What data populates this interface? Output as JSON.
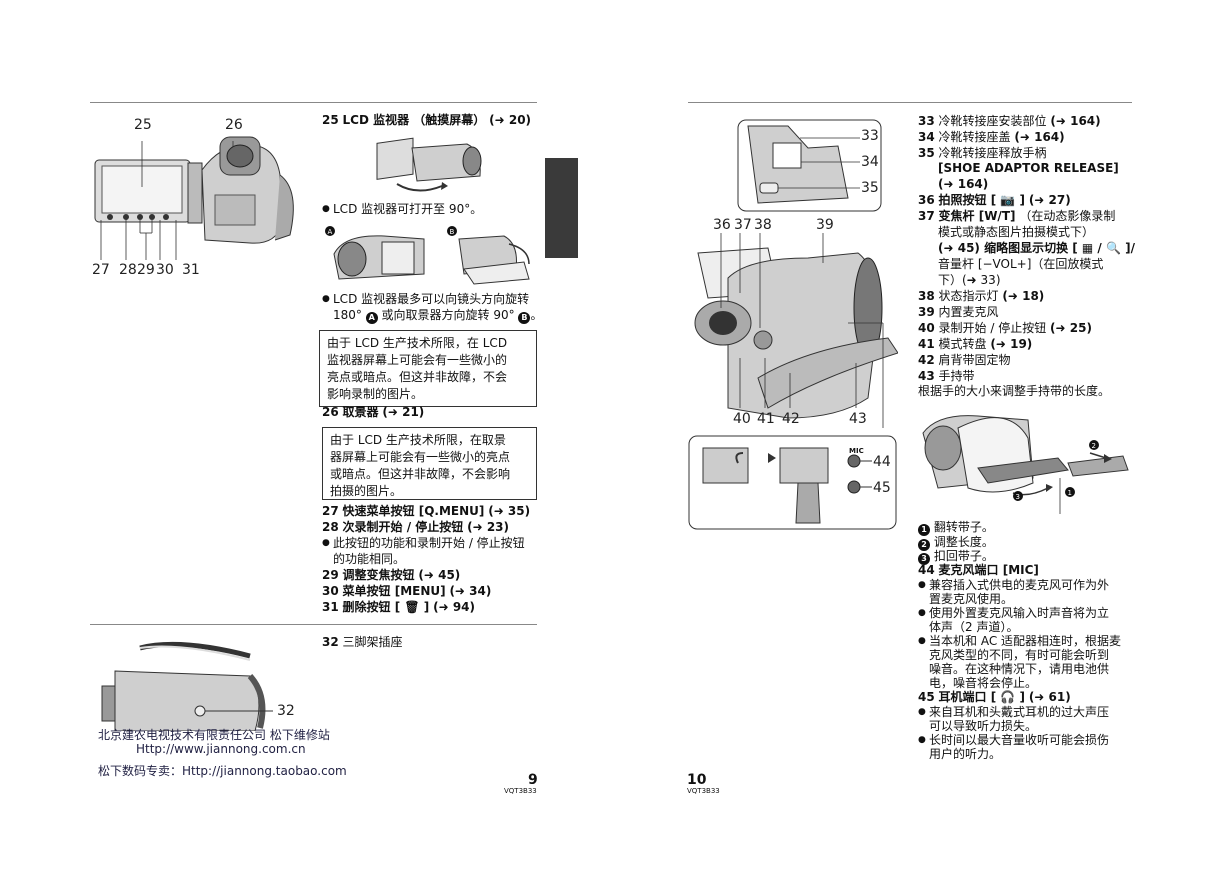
{
  "left": {
    "fig_labels_top": [
      "25",
      "26"
    ],
    "fig_labels_bottom": [
      "27",
      "28",
      "29",
      "30",
      "31"
    ],
    "item25": {
      "num": "25",
      "text": "LCD 监视器 （触摸屏幕）",
      "ref": "(➜ 20)"
    },
    "bullet1": "LCD 监视器可打开至 90°。",
    "bullet2_line1": "LCD 监视器最多可以向镜头方向旋转",
    "bullet2_line2a": "180° ",
    "bullet2_A": "A",
    "bullet2_line2b": " 或向取景器方向旋转 90° ",
    "bullet2_B": "B",
    "bullet2_line2c": "。",
    "box1": [
      "由于 LCD 生产技术所限，在 LCD",
      "监视器屏幕上可能会有一些微小的",
      "亮点或暗点。但这并非故障，不会",
      "影响录制的图片。"
    ],
    "item26": {
      "num": "26",
      "text": "取景器",
      "ref": "(➜ 21)"
    },
    "box2": [
      "由于 LCD 生产技术所限，在取景",
      "器屏幕上可能会有一些微小的亮点",
      "或暗点。但这并非故障，不会影响",
      "拍摄的图片。"
    ],
    "item27": {
      "num": "27",
      "text": "快速菜单按钮 [Q.MENU]",
      "ref": "(➜ 35)"
    },
    "item28": {
      "num": "28",
      "text": "次录制开始 / 停止按钮",
      "ref": "(➜ 23)"
    },
    "bullet3": [
      "此按钮的功能和录制开始 / 停止按钮",
      "的功能相同。"
    ],
    "item29": {
      "num": "29",
      "text": "调整变焦按钮",
      "ref": "(➜ 45)"
    },
    "item30": {
      "num": "30",
      "text": "菜单按钮 [MENU]",
      "ref": "(➜ 34)"
    },
    "item31": {
      "num": "31",
      "text": "删除按钮 [ 🗑 ]",
      "ref": "(➜ 94)"
    },
    "item32": {
      "num": "32",
      "text": "三脚架插座"
    },
    "fig32_label": "32",
    "watermark": [
      "北京建农电视技术有限责任公司 松下维修站",
      "Http://www.jiannong.com.cn",
      "松下数码专卖：Http://jiannong.taobao.com"
    ],
    "page_number": "9",
    "code": "VQT3B33"
  },
  "right": {
    "fig_labels": [
      "33",
      "34",
      "35",
      "36",
      "37",
      "38",
      "39",
      "40",
      "41",
      "42",
      "43",
      "44",
      "45"
    ],
    "mic_label": "MIC",
    "items": [
      {
        "num": "33",
        "text": "冷靴转接座安装部位",
        "ref": "(➜ 164)"
      },
      {
        "num": "34",
        "text": "冷靴转接座盖",
        "ref": "(➜ 164)"
      },
      {
        "num": "35",
        "text": "冷靴转接座释放手柄"
      }
    ],
    "item35_l2": "[SHOE ADAPTOR RELEASE]",
    "item35_l3": "(➜ 164)",
    "item36": {
      "num": "36",
      "text": "拍照按钮 [ 📷 ]",
      "ref": "(➜ 27)"
    },
    "item37_l1": {
      "num": "37",
      "text": "变焦杆 [W/T]",
      "rest": "（在动态影像录制"
    },
    "item37_l2": "模式或静态图片拍摄模式下）",
    "item37_l3": "(➜ 45) 缩略图显示切换 [ ▦ / 🔍 ]/",
    "item37_l4": "音量杆 [−VOL+]（在回放模式",
    "item37_l5": "下）(➜ 33)",
    "item38": {
      "num": "38",
      "text": "状态指示灯",
      "ref": "(➜ 18)"
    },
    "item39": {
      "num": "39",
      "text": "内置麦克风"
    },
    "item40": {
      "num": "40",
      "text": "录制开始 / 停止按钮",
      "ref": "(➜ 25)"
    },
    "item41": {
      "num": "41",
      "text": "模式转盘",
      "ref": "(➜ 19)"
    },
    "item42": {
      "num": "42",
      "text": "肩背带固定物"
    },
    "item43": {
      "num": "43",
      "text": "手持带"
    },
    "item43_desc": "根据手的大小来调整手持带的长度。",
    "steps": [
      "翻转带子。",
      "调整长度。",
      "扣回带子。"
    ],
    "step_marks": [
      "1",
      "2",
      "3"
    ],
    "item44": {
      "num": "44",
      "text": "麦克风端口 [MIC]"
    },
    "b44_1": [
      "兼容插入式供电的麦克风可作为外",
      "置麦克风使用。"
    ],
    "b44_2": [
      "使用外置麦克风输入时声音将为立",
      "体声（2 声道）。"
    ],
    "b44_3": [
      "当本机和 AC 适配器相连时，根据麦",
      "克风类型的不同，有时可能会听到",
      "噪音。在这种情况下，请用电池供",
      "电，噪音将会停止。"
    ],
    "item45": {
      "num": "45",
      "text": "耳机端口 [ 🎧 ]",
      "ref": "(➜ 61)"
    },
    "b45_1": [
      "来自耳机和头戴式耳机的过大声压",
      "可以导致听力损失。"
    ],
    "b45_2": [
      "长时间以最大音量收听可能会损伤",
      "用户的听力。"
    ],
    "page_number": "10",
    "code": "VQT3B33"
  }
}
